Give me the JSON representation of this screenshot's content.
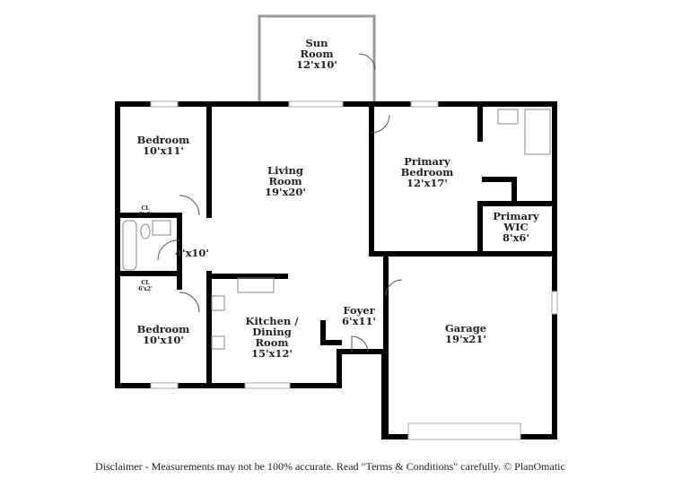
{
  "rooms": {
    "sun_room": {
      "name": "Sun\nRoom",
      "size": "12'x10'"
    },
    "bedroom_top": {
      "name": "Bedroom",
      "size": "10'x11'"
    },
    "living_room": {
      "name": "Living\nRoom",
      "size": "19'x20'"
    },
    "primary_bedroom": {
      "name": "Primary\nBedroom",
      "size": "12'x17'"
    },
    "primary_wic": {
      "name": "Primary\nWIC",
      "size": "8'x6'"
    },
    "closet_top": {
      "name": "CL",
      "size": "6'x2'"
    },
    "bath": {
      "size": "4'x10'"
    },
    "closet_bottom": {
      "name": "CL",
      "size": "6'x2'"
    },
    "bedroom_bottom": {
      "name": "Bedroom",
      "size": "10'x10'"
    },
    "kitchen": {
      "name": "Kitchen /\nDining\nRoom",
      "size": "15'x12'"
    },
    "foyer": {
      "name": "Foyer",
      "size": "6'x11'"
    },
    "garage": {
      "name": "Garage",
      "size": "19'x21'"
    }
  },
  "disclaimer": "Disclaimer - Measurements may not be 100% accurate. Read \"Terms & Conditions\" carefully. © PlanOmatic",
  "colors": {
    "wall": "#000000",
    "window": "#cccccc"
  }
}
